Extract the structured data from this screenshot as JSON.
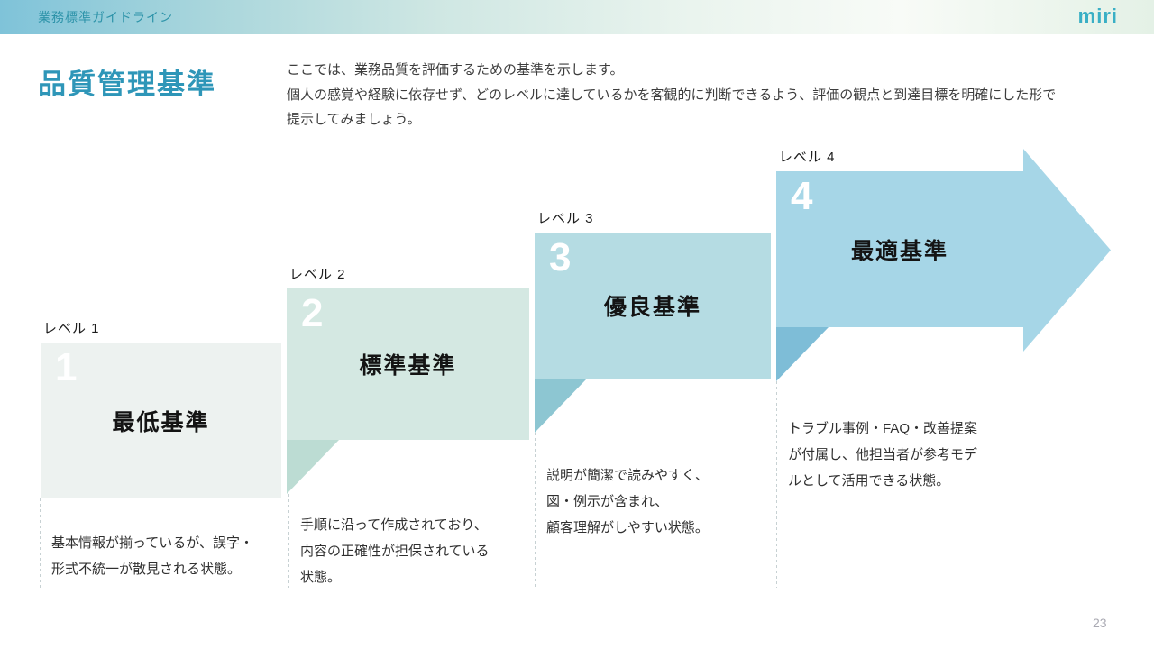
{
  "header": {
    "brand": "業務標準ガイドライン",
    "logo": "miri"
  },
  "page": {
    "title": "品質管理基準",
    "description_lines": [
      "ここでは、業務品質を評価するための基準を示します。",
      "個人の感覚や経験に依存せず、どのレベルに達しているかを客観的に判断できるよう、評価の観点と到達目標を明確にした形で",
      "提示してみましょう。"
    ]
  },
  "levels": [
    {
      "label": "レベル 1",
      "number": "1",
      "title": "最低基準",
      "description": "基本情報が揃っているが、誤字・\n形式不統一が散見される状態。",
      "block_color": "#edf2f0"
    },
    {
      "label": "レベル 2",
      "number": "2",
      "title": "標準基準",
      "description": "手順に沿って作成されており、\n内容の正確性が担保されている\n状態。",
      "block_color": "#d4e8e2",
      "fold_color": "#bcdcd3"
    },
    {
      "label": "レベル 3",
      "number": "3",
      "title": "優良基準",
      "description": "説明が簡潔で読みやすく、\n図・例示が含まれ、\n顧客理解がしやすい状態。",
      "block_color": "#b5dce3",
      "fold_color": "#8dc6d2"
    },
    {
      "label": "レベル 4",
      "number": "4",
      "title": "最適基準",
      "description": "トラブル事例・FAQ・改善提案\nが付属し、他担当者が参考モデ\nルとして活用できる状態。",
      "block_color": "#a6d6e7",
      "fold_color": "#7ebdd7"
    }
  ],
  "colors": {
    "accent_title": "#2e96b8",
    "brand_text": "#2d93a9",
    "logo": "#3aafc5",
    "header_gradient_left": "#7fc3d9",
    "header_gradient_right": "#e4f1e6",
    "separator_dotted": "#c7d1d3"
  },
  "footer": {
    "page_number": "23"
  }
}
